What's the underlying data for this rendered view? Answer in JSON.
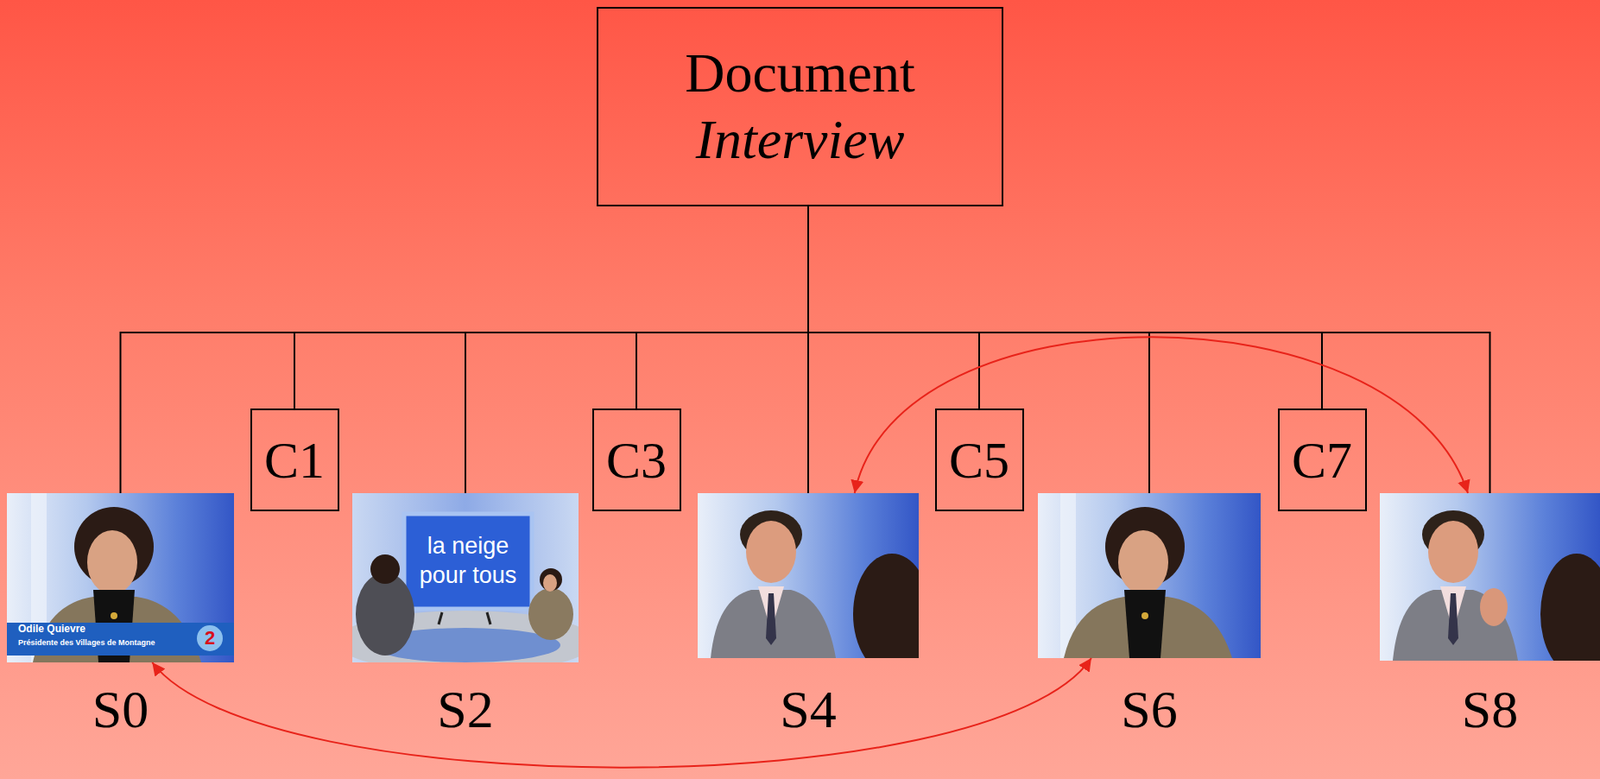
{
  "diagram": {
    "nodes": [
      {
        "text": [
          "Document",
          "Interview"
        ]
      },
      {
        "text": [
          "S0"
        ]
      },
      {
        "text": [
          "C1"
        ]
      },
      {
        "text": [
          "S2"
        ]
      },
      {
        "text": [
          "C3"
        ]
      },
      {
        "text": [
          "S4"
        ]
      },
      {
        "text": [
          "C5"
        ]
      },
      {
        "text": [
          "S6"
        ]
      },
      {
        "text": [
          "C7"
        ]
      },
      {
        "text": [
          "S8"
        ]
      }
    ],
    "edges": [
      {
        "from": 0,
        "to": 1,
        "arrow": "none"
      },
      {
        "from": 0,
        "to": 2,
        "arrow": "none"
      },
      {
        "from": 0,
        "to": 3,
        "arrow": "none"
      },
      {
        "from": 0,
        "to": 4,
        "arrow": "none"
      },
      {
        "from": 0,
        "to": 5,
        "arrow": "none"
      },
      {
        "from": 0,
        "to": 6,
        "arrow": "none"
      },
      {
        "from": 0,
        "to": 7,
        "arrow": "none"
      },
      {
        "from": 0,
        "to": 8,
        "arrow": "none"
      },
      {
        "from": 0,
        "to": 9,
        "arrow": "none"
      },
      {
        "from": 5,
        "to": 9,
        "arrow": "both"
      },
      {
        "from": 1,
        "to": 7,
        "arrow": "both"
      }
    ],
    "labels": [
      "Odile Quievre",
      "Présidente des Villages de Montagne",
      "2",
      "la neige pour tous"
    ]
  }
}
